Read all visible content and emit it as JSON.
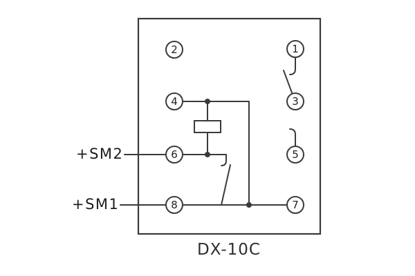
{
  "diagram": {
    "model": "DX-10C",
    "left_labels": {
      "sm2": "+SM2",
      "sm1": "+SM1"
    },
    "terminals": [
      {
        "num": "2"
      },
      {
        "num": "1"
      },
      {
        "num": "4"
      },
      {
        "num": "3"
      },
      {
        "num": "6"
      },
      {
        "num": "5"
      },
      {
        "num": "8"
      },
      {
        "num": "7"
      }
    ],
    "symbols": {
      "coil": "relay-coil-symbol",
      "mid_contact": "make-contact-symbol",
      "right_contact": "make-contact-symbol"
    },
    "colors": {
      "line": "#3a3a3a",
      "text": "#1d1d1d",
      "background": "#ffffff"
    }
  }
}
